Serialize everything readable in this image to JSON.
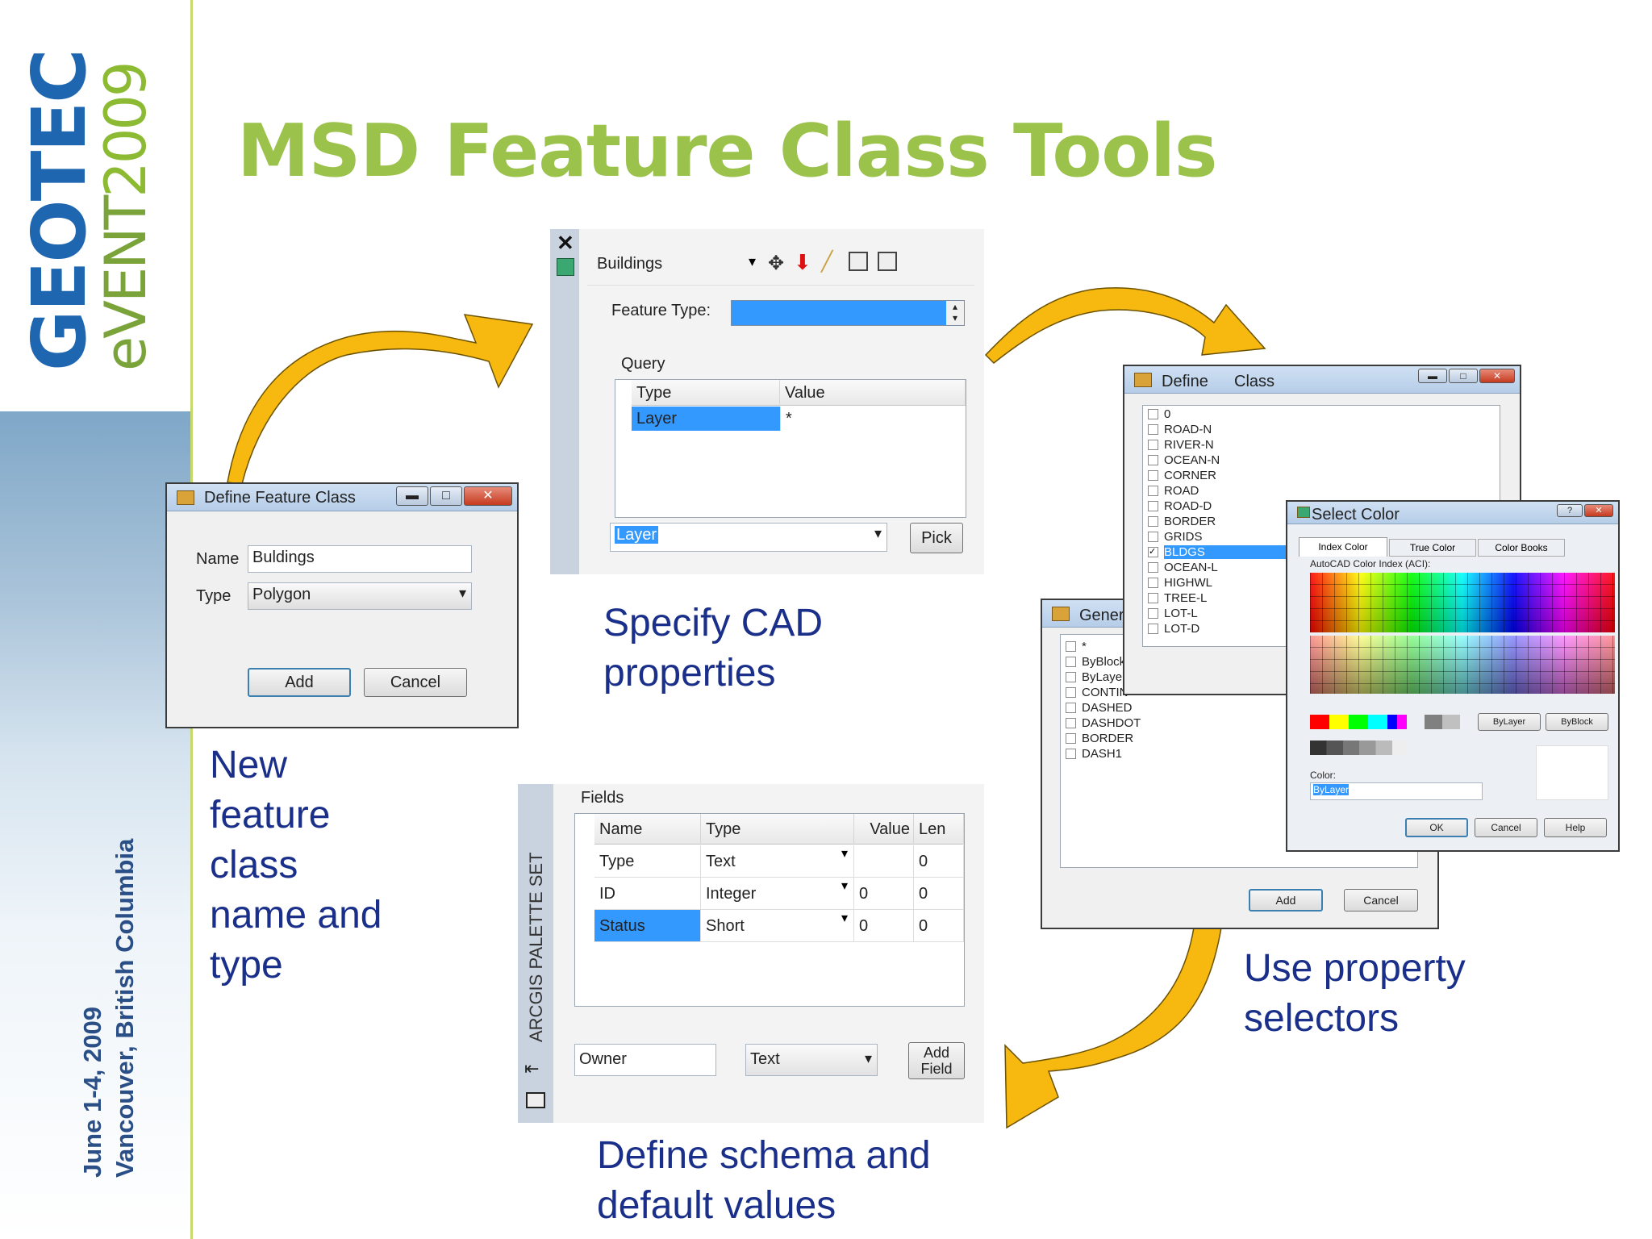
{
  "slide": {
    "title": "MSD Feature Class Tools",
    "logo_geo": "GEOTEC",
    "logo_event_a": "eVENT",
    "logo_event_b": "2009",
    "date_line1": "June 1-4, 2009",
    "date_line2": "Vancouver, British Columbia"
  },
  "colors": {
    "title": "#9bc24a",
    "caption": "#1a2f8a",
    "arrow": "#f7b80f",
    "selection": "#3399ff"
  },
  "captions": {
    "new_feature": [
      "New",
      "feature",
      "class",
      "name and",
      "type"
    ],
    "cad": [
      "Specify CAD",
      "properties"
    ],
    "selectors": [
      "Use property",
      "selectors"
    ],
    "schema": [
      "Define schema and",
      "default values"
    ]
  },
  "define_dialog": {
    "title": "Define Feature Class",
    "name_label": "Name",
    "name_value": "Buldings",
    "type_label": "Type",
    "type_value": "Polygon",
    "add": "Add",
    "cancel": "Cancel"
  },
  "cad_panel": {
    "close_icon": "close-icon",
    "layer_combo": "Buildings",
    "feature_type_label": "Feature Type:",
    "query_label": "Query",
    "col_type": "Type",
    "col_value": "Value",
    "row_type": "Layer",
    "row_value": "*",
    "picker_value": "Layer",
    "pick": "Pick"
  },
  "layer_dialog": {
    "title_a": "Define",
    "title_b": "Class",
    "items": [
      "0",
      "ROAD-N",
      "RIVER-N",
      "OCEAN-N",
      "CORNER",
      "ROAD",
      "ROAD-D",
      "BORDER",
      "GRIDS",
      "BLDGS",
      "OCEAN-L",
      "HIGHWL",
      "TREE-L",
      "LOT-L",
      "LOT-D"
    ]
  },
  "generic_dialog": {
    "title": "GenericC",
    "items": [
      "*",
      "ByBlock",
      "ByLayer",
      "CONTIN",
      "DASHED",
      "DASHDOT",
      "BORDER",
      "DASH1"
    ],
    "add": "Add",
    "cancel": "Cancel"
  },
  "color_dialog": {
    "title": "Select Color",
    "tabs": [
      "Index Color",
      "True Color",
      "Color Books"
    ],
    "aci_label": "AutoCAD Color Index (ACI):",
    "bylayer": "ByLayer",
    "byblock": "ByBlock",
    "color_label": "Color:",
    "color_value": "ByLayer",
    "ok": "OK",
    "cancel": "Cancel",
    "help": "Help"
  },
  "fields_panel": {
    "side_label": "ARCGIS PALETTE SET",
    "fields_label": "Fields",
    "columns": [
      "Name",
      "Type",
      "Value",
      "Len"
    ],
    "rows": [
      {
        "name": "Type",
        "type": "Text",
        "value": "",
        "len": "0"
      },
      {
        "name": "ID",
        "type": "Integer",
        "value": "0",
        "len": "0"
      },
      {
        "name": "Status",
        "type": "Short",
        "value": "0",
        "len": "0"
      }
    ],
    "owner_value": "Owner",
    "new_type_value": "Text",
    "add_field": [
      "Add",
      "Field"
    ]
  }
}
